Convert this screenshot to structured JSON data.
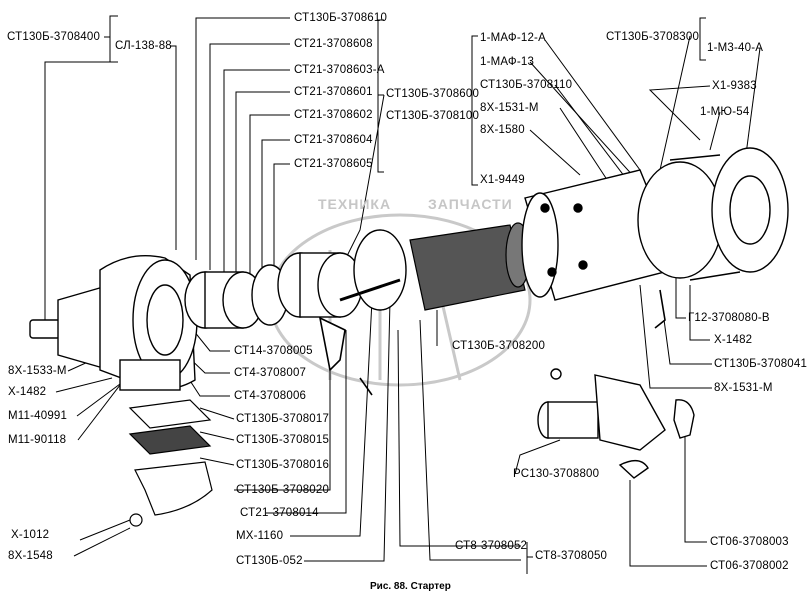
{
  "caption": "Рис. 88. Стартер",
  "watermark": {
    "left": "ТЕХНИКА",
    "right": "ЗАПЧАСТИ"
  },
  "labels": {
    "l1": "СТ130Б-3708400",
    "l2": "СЛ-138-88",
    "t1": "СТ130Б-3708610",
    "t2": "СТ21-3708608",
    "t3": "СТ21-3708603-А",
    "t4": "СТ21-3708601",
    "t5": "СТ21-3708602",
    "t6": "СТ21-3708604",
    "t7": "СТ21-3708605",
    "g1": "СТ130Б-3708600",
    "g2": "СТ130Б-3708100",
    "m1": "1-МАФ-12-А",
    "m2": "1-МАФ-13",
    "m3": "СТ130Б-3708110",
    "m4": "8Х-1531-М",
    "m5": "8Х-1580",
    "m6": "Х1-9449",
    "r1": "СТ130Б-3708300",
    "r2": "1-М3-40-А",
    "r3": "Х1-9383",
    "r4": "1-МЮ-54",
    "r5": "Г12-3708080-В",
    "r6": "Х-1482",
    "r7": "СТ130Б-3708041",
    "r8": "8Х-1531-М",
    "a1": "СТ130Б-3708200",
    "b1": "СТ14-3708005",
    "b2": "СТ4-3708007",
    "b3": "СТ4-3708006",
    "b4": "СТ130Б-3708017",
    "b5": "СТ130Б-3708015",
    "b6": "СТ130Б-3708016",
    "b7": "СТ130Б-3708020",
    "b8": "СТ21-3708014",
    "b9": "МХ-1160",
    "b10": "СТ130Б-052",
    "lft1": "8Х-1533-М",
    "lft2": "Х-1482",
    "lft3": "М11-40991",
    "lft4": "М11-90118",
    "lft5": "Х-1012",
    "lft6": "8Х-1548",
    "c1": "РС130-3708800",
    "c2": "СТ8-3708052",
    "c3": "СТ8-3708050",
    "c4": "СТ06-3708003",
    "c5": "СТ06-3708002"
  }
}
